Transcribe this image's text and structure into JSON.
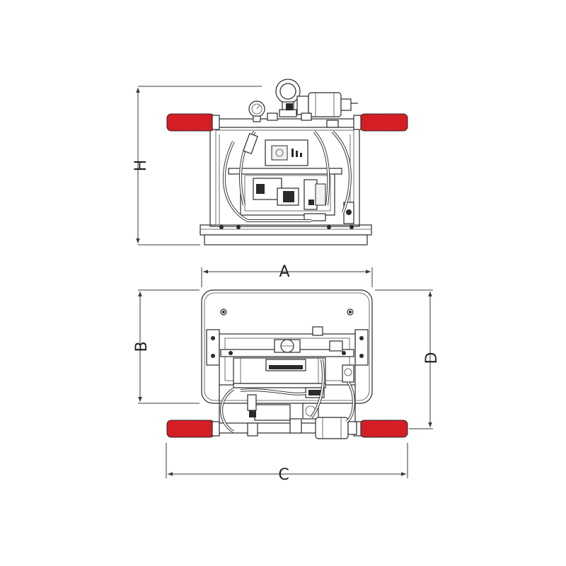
{
  "dimensions": {
    "height_label": "H",
    "width_label": "A",
    "depth_label": "B",
    "handle_span_label": "C",
    "overall_depth_label": "D"
  },
  "colors": {
    "handle_grip": "#e8222a",
    "line": "#2a2a2a",
    "background": "#ffffff"
  },
  "views": [
    "front-view",
    "top-view"
  ]
}
